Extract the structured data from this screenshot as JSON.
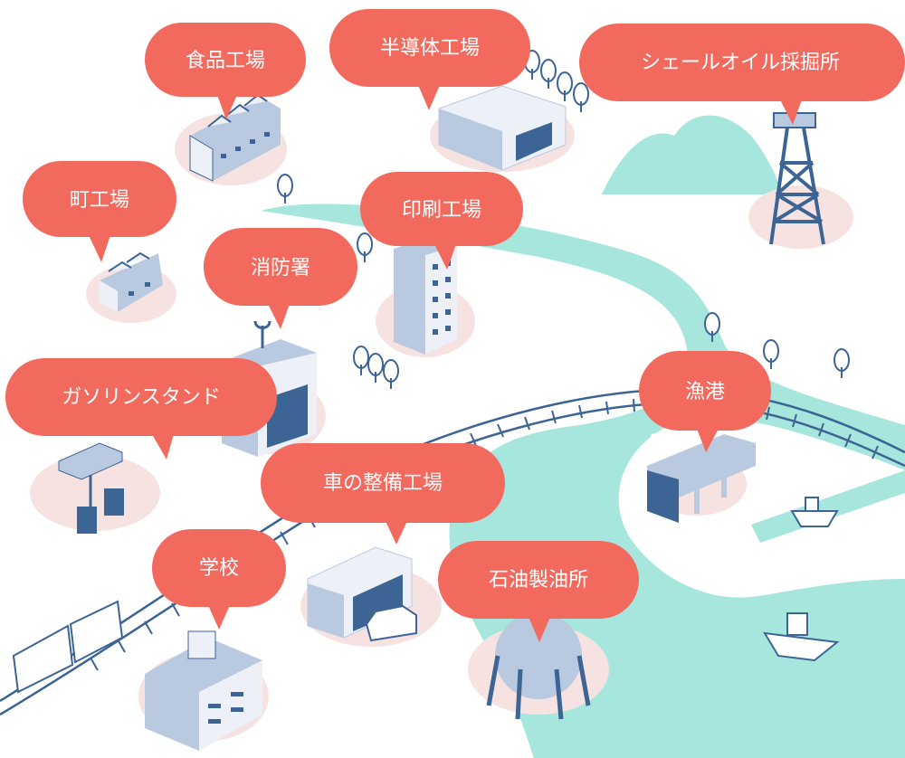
{
  "colors": {
    "river": "#a6e6dc",
    "bubble": "#f26a5e",
    "ground": "#f6e3e1",
    "building_front": "#edf1f7",
    "building_side": "#b9c9e0",
    "building_dark": "#3c6494",
    "line": "#3c6494",
    "tree": "#ffffff",
    "mountain": "#a6e6dc"
  },
  "labels": {
    "food_factory": "食品工場",
    "semiconductor_factory": "半導体工場",
    "shale_oil_site": "シェールオイル採掘所",
    "town_factory": "町工場",
    "printing_factory": "印刷工場",
    "fire_station": "消防署",
    "gas_station": "ガソリンスタンド",
    "fishing_port": "漁港",
    "car_repair_shop": "車の整備工場",
    "school": "学校",
    "oil_refinery": "石油製油所"
  }
}
